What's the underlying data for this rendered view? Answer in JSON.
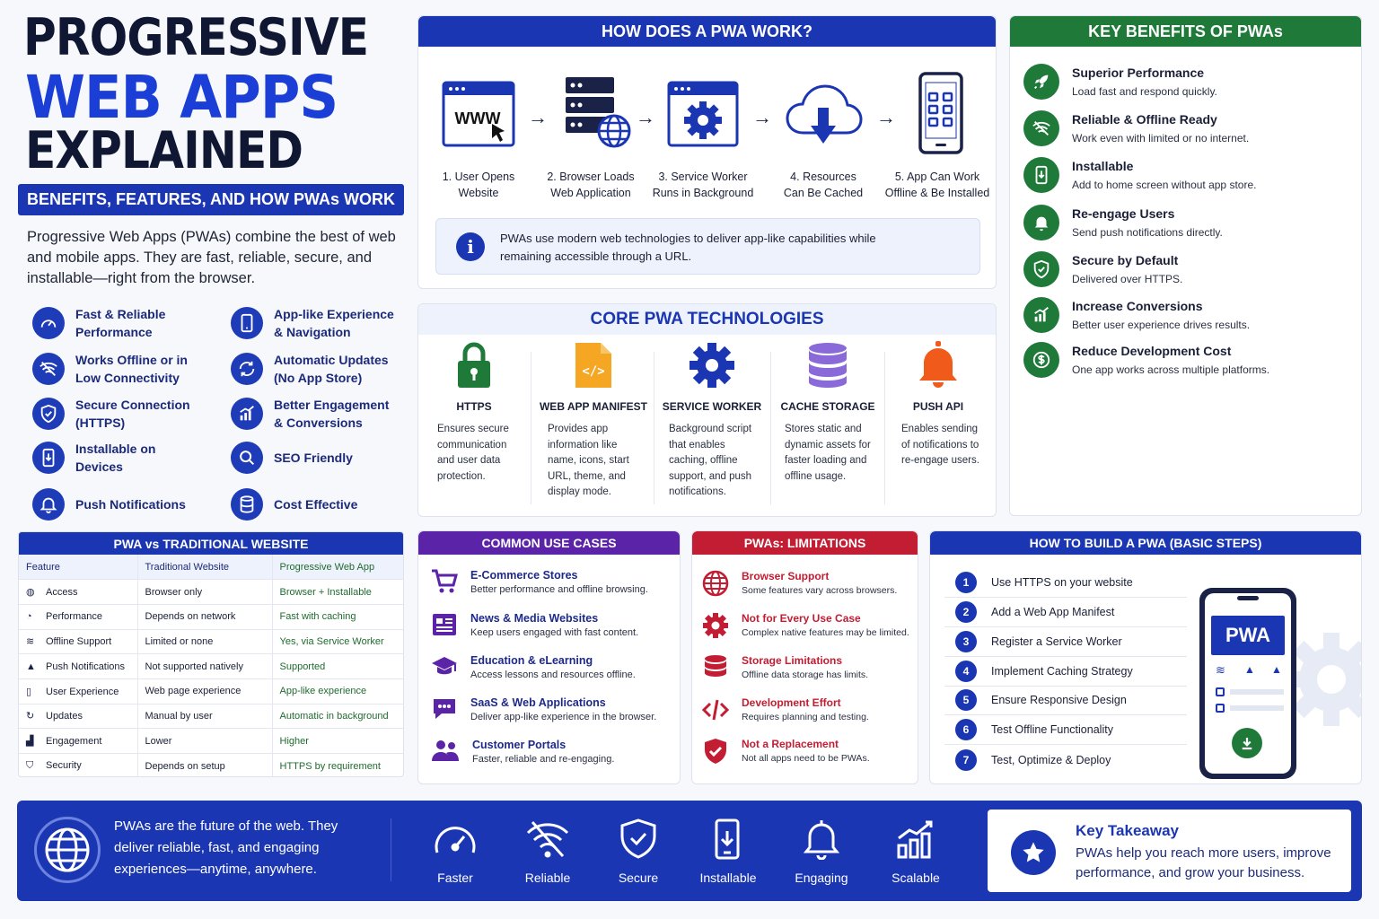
{
  "title": {
    "line1": "PROGRESSIVE",
    "line2": "WEB APPS",
    "line3": "EXPLAINED"
  },
  "subtitle": "BENEFITS, FEATURES, AND HOW PWAs WORK",
  "intro": "Progressive Web Apps (PWAs) combine the best of web and mobile apps. They are fast, reliable, secure, and installable—right from the browser.",
  "features": {
    "left": [
      {
        "l1": "Fast & Reliable",
        "l2": "Performance",
        "icon": "speedometer-icon"
      },
      {
        "l1": "Works Offline or in",
        "l2": "Low Connectivity",
        "icon": "wifi-off-icon"
      },
      {
        "l1": "Secure Connection",
        "l2": "(HTTPS)",
        "icon": "shield-icon"
      },
      {
        "l1": "Installable on",
        "l2": "Devices",
        "icon": "install-icon"
      },
      {
        "l1": "Push Notifications",
        "l2": "",
        "icon": "bell-icon"
      }
    ],
    "right": [
      {
        "l1": "App-like Experience",
        "l2": "& Navigation",
        "icon": "phone-icon"
      },
      {
        "l1": "Automatic Updates",
        "l2": "(No App Store)",
        "icon": "refresh-icon"
      },
      {
        "l1": "Better Engagement",
        "l2": "& Conversions",
        "icon": "chart-icon"
      },
      {
        "l1": "SEO Friendly",
        "l2": "",
        "icon": "search-icon"
      },
      {
        "l1": "Cost Effective",
        "l2": "",
        "icon": "database-icon"
      }
    ]
  },
  "how": {
    "title": "HOW DOES A PWA WORK?",
    "steps": [
      {
        "l1": "1. User Opens",
        "l2": "Website"
      },
      {
        "l1": "2. Browser Loads",
        "l2": "Web Application"
      },
      {
        "l1": "3. Service Worker",
        "l2": "Runs in Background"
      },
      {
        "l1": "4. Resources",
        "l2": "Can Be Cached"
      },
      {
        "l1": "5. App Can Work",
        "l2": "Offline & Be Installed"
      }
    ],
    "www": "WWW",
    "info": "PWAs use modern web technologies to deliver app-like capabilities while remaining accessible through a URL."
  },
  "core": {
    "title": "CORE PWA TECHNOLOGIES",
    "items": [
      {
        "name": "HTTPS",
        "desc": "Ensures secure communication and user data protection."
      },
      {
        "name": "WEB APP MANIFEST",
        "desc": "Provides app information like name, icons, start URL, theme, and display mode."
      },
      {
        "name": "SERVICE WORKER",
        "desc": "Background script that enables caching, offline support, and push notifications."
      },
      {
        "name": "CACHE STORAGE",
        "desc": "Stores static and dynamic assets for faster loading and offline usage."
      },
      {
        "name": "PUSH API",
        "desc": "Enables sending of notifications to re-engage users."
      }
    ]
  },
  "benefits": {
    "title": "KEY BENEFITS OF PWAs",
    "items": [
      {
        "title": "Superior Performance",
        "desc": "Load fast and respond quickly."
      },
      {
        "title": "Reliable & Offline Ready",
        "desc": "Work even with limited or no internet."
      },
      {
        "title": "Installable",
        "desc": "Add to home screen without app store."
      },
      {
        "title": "Re-engage Users",
        "desc": "Send push notifications directly."
      },
      {
        "title": "Secure by Default",
        "desc": "Delivered over HTTPS."
      },
      {
        "title": "Increase Conversions",
        "desc": "Better user experience drives results."
      },
      {
        "title": "Reduce Development Cost",
        "desc": "One app works across multiple platforms."
      }
    ]
  },
  "compare": {
    "title": "PWA vs TRADITIONAL WEBSITE",
    "headers": [
      "Feature",
      "Traditional Website",
      "Progressive Web App"
    ],
    "rows": [
      [
        "Access",
        "Browser only",
        "Browser + Installable"
      ],
      [
        "Performance",
        "Depends on network",
        "Fast with caching"
      ],
      [
        "Offline Support",
        "Limited or none",
        "Yes, via Service Worker"
      ],
      [
        "Push Notifications",
        "Not supported natively",
        "Supported"
      ],
      [
        "User Experience",
        "Web page experience",
        "App-like experience"
      ],
      [
        "Updates",
        "Manual by user",
        "Automatic in background"
      ],
      [
        "Engagement",
        "Lower",
        "Higher"
      ],
      [
        "Security",
        "Depends on setup",
        "HTTPS by requirement"
      ]
    ]
  },
  "usecases": {
    "title": "COMMON USE CASES",
    "items": [
      {
        "title": "E-Commerce Stores",
        "desc": "Better performance and offline browsing."
      },
      {
        "title": "News & Media Websites",
        "desc": "Keep users engaged with fast content."
      },
      {
        "title": "Education & eLearning",
        "desc": "Access lessons and resources offline."
      },
      {
        "title": "SaaS & Web Applications",
        "desc": "Deliver app-like experience in the browser."
      },
      {
        "title": "Customer Portals",
        "desc": "Faster, reliable and re-engaging."
      }
    ]
  },
  "limits": {
    "title": "PWAs: LIMITATIONS",
    "items": [
      {
        "title": "Browser Support",
        "desc": "Some features vary across browsers."
      },
      {
        "title": "Not for Every Use Case",
        "desc": "Complex native features may be limited."
      },
      {
        "title": "Storage Limitations",
        "desc": "Offline data storage has limits."
      },
      {
        "title": "Development Effort",
        "desc": "Requires planning and testing."
      },
      {
        "title": "Not a Replacement",
        "desc": "Not all apps need to be PWAs."
      }
    ]
  },
  "build": {
    "title": "HOW TO BUILD A PWA (BASIC STEPS)",
    "steps": [
      "Use HTTPS on your website",
      "Add a Web App Manifest",
      "Register a Service Worker",
      "Implement Caching Strategy",
      "Ensure Responsive Design",
      "Test Offline Functionality",
      "Test, Optimize & Deploy"
    ],
    "phone_label": "PWA"
  },
  "footer": {
    "text": "PWAs are the future of the web. They deliver reliable, fast, and engaging experiences—anytime, anywhere.",
    "icons": [
      "Faster",
      "Reliable",
      "Secure",
      "Installable",
      "Engaging",
      "Scalable"
    ],
    "takeaway_title": "Key Takeaway",
    "takeaway_text": "PWAs help you reach more users, improve performance, and grow your business."
  },
  "colors": {
    "primary": "#1b36b2",
    "green": "#1f7a3a",
    "purple": "#5b23a8",
    "red": "#c21d32"
  }
}
